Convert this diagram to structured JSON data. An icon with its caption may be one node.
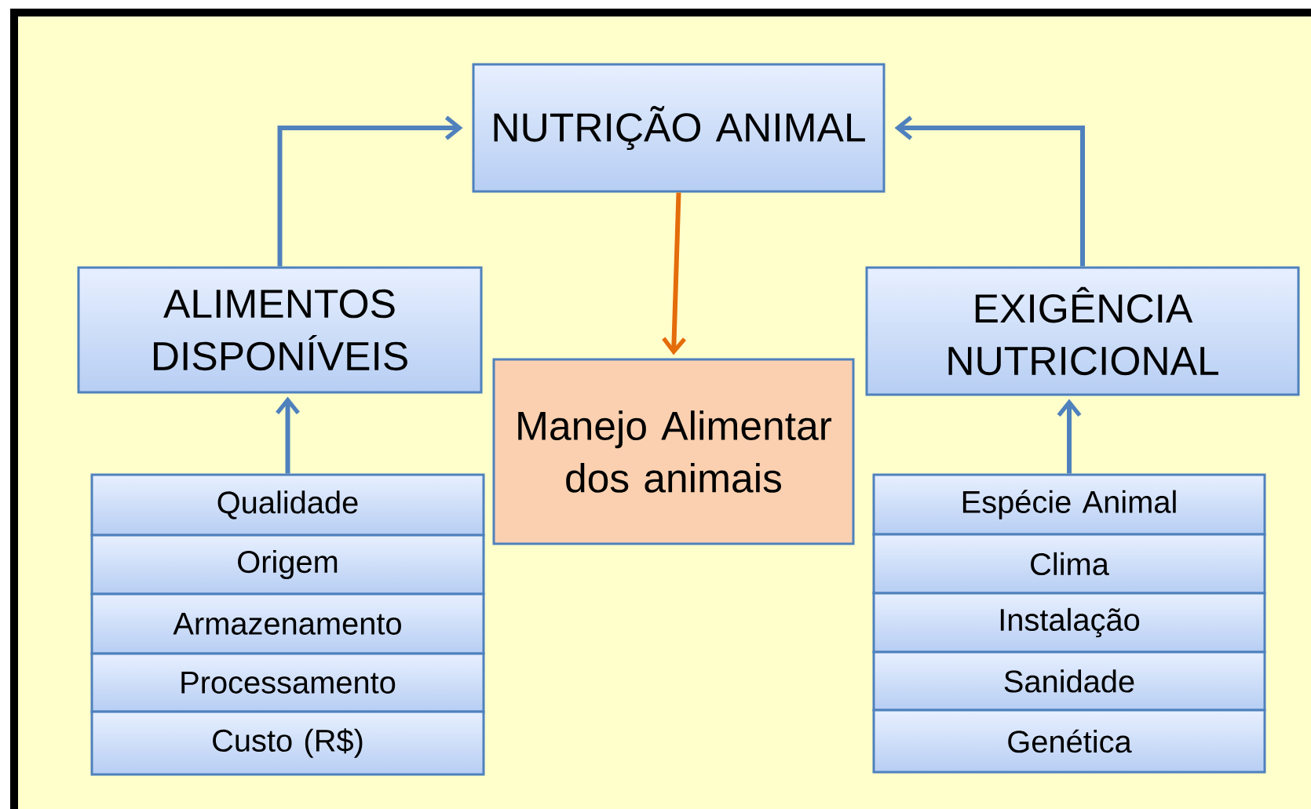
{
  "diagram": {
    "nodes": [
      {
        "text": [
          "NUTRIÇÃO ANIMAL"
        ]
      },
      {
        "text": [
          "ALIMENTOS DISPONÍVEIS"
        ]
      },
      {
        "text": [
          "Manejo Alimentar dos animais"
        ]
      },
      {
        "text": [
          "EXIGÊNCIA NUTRICIONAL"
        ]
      },
      {
        "text": [
          "Qualidade"
        ]
      },
      {
        "text": [
          "Origem"
        ]
      },
      {
        "text": [
          "Armazenamento"
        ]
      },
      {
        "text": [
          "Processamento"
        ]
      },
      {
        "text": [
          "Custo (R$)"
        ]
      },
      {
        "text": [
          "Espécie Animal"
        ]
      },
      {
        "text": [
          "Clima"
        ]
      },
      {
        "text": [
          "Instalação"
        ]
      },
      {
        "text": [
          "Sanidade"
        ]
      },
      {
        "text": [
          "Genética"
        ]
      }
    ],
    "edges": [
      {
        "from": 1,
        "to": 0,
        "arrow": "to"
      },
      {
        "from": 3,
        "to": 0,
        "arrow": "to"
      },
      {
        "from": 0,
        "to": 2,
        "arrow": "to",
        "color": "#e46c0a"
      },
      {
        "from": 4,
        "to": 1,
        "arrow": "to"
      },
      {
        "from": 9,
        "to": 3,
        "arrow": "to"
      }
    ]
  }
}
